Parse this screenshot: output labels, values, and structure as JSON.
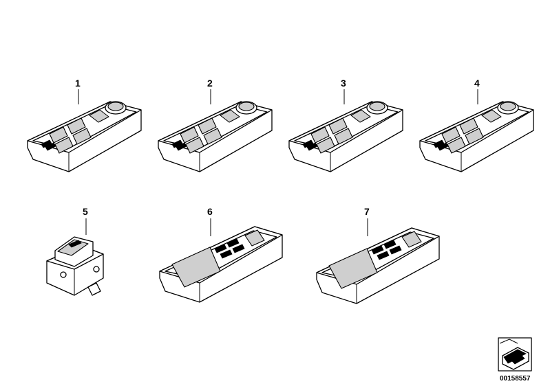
{
  "title": "",
  "parts": [
    {
      "label": "1",
      "icon": "window-switch-4-button-mirror-icon"
    },
    {
      "label": "2",
      "icon": "window-switch-4-button-mirror-icon"
    },
    {
      "label": "3",
      "icon": "window-switch-4-button-mirror-icon"
    },
    {
      "label": "4",
      "icon": "window-switch-4-button-mirror-icon"
    },
    {
      "label": "5",
      "icon": "single-window-switch-icon"
    },
    {
      "label": "6",
      "icon": "window-switch-panel-icon"
    },
    {
      "label": "7",
      "icon": "window-switch-panel-icon"
    }
  ],
  "doc_number": "00158557",
  "doc_icon": "page-corner-arrow-icon"
}
